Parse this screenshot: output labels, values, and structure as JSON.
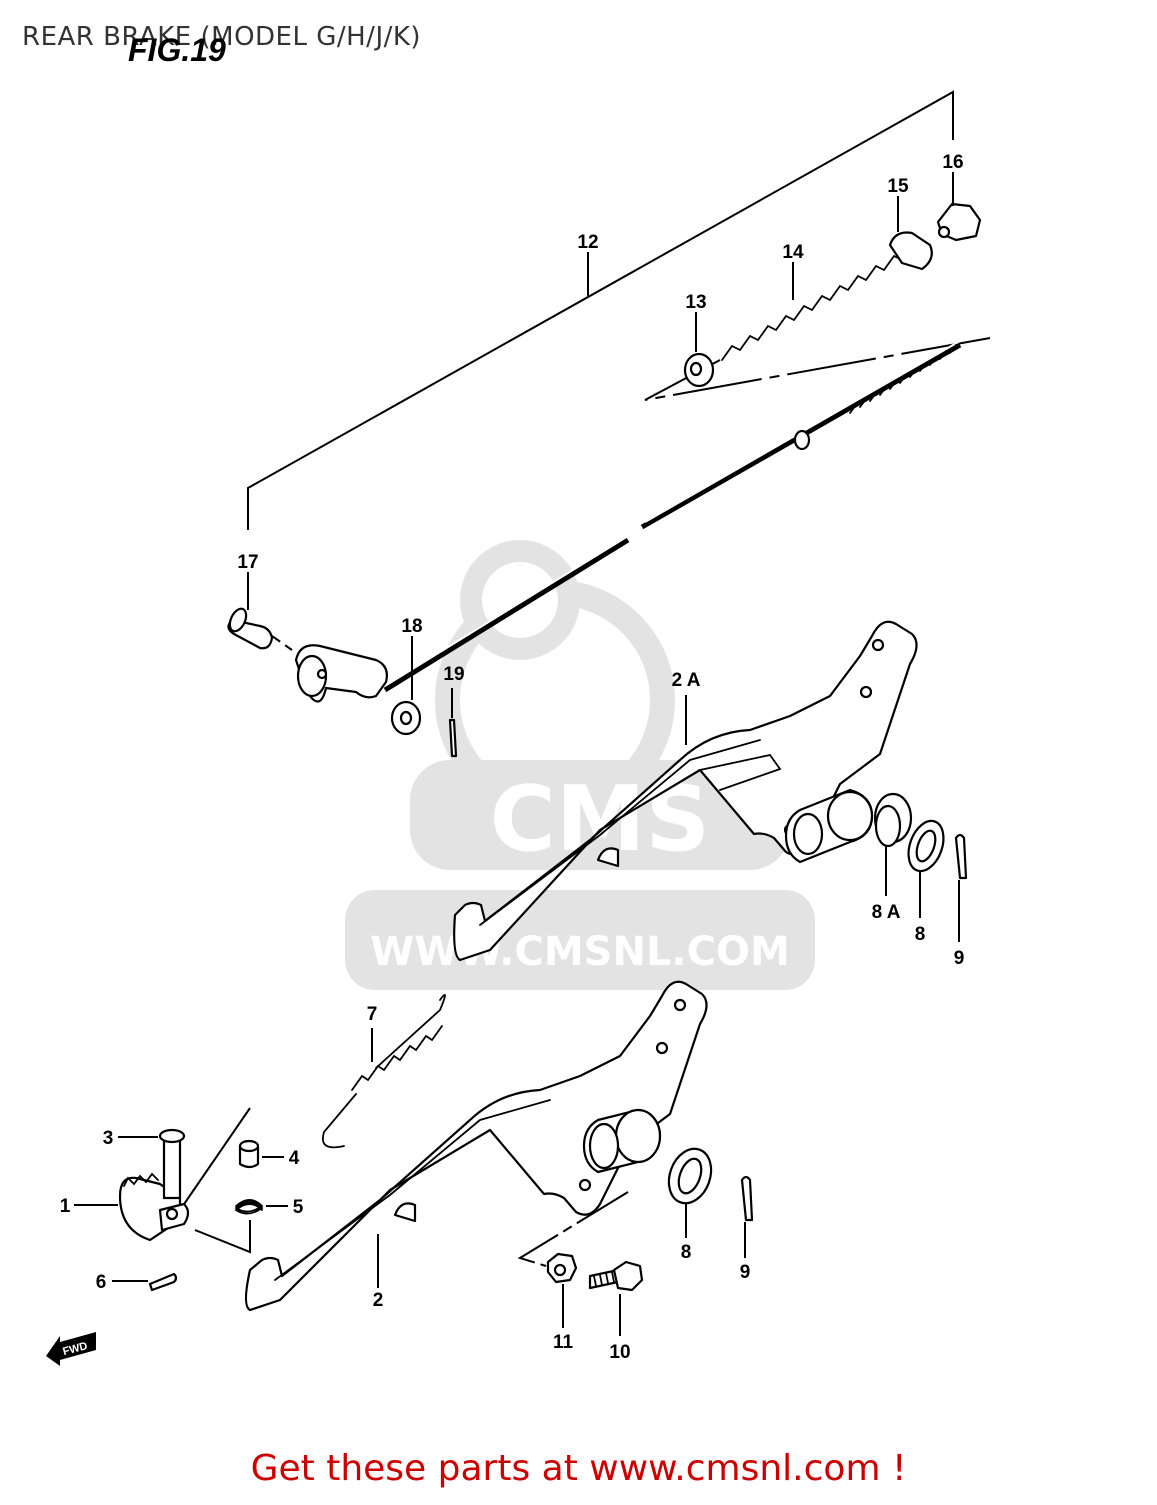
{
  "header": {
    "title": "REAR BRAKE (MODEL G/H/J/K)",
    "figure_label": "FIG.19"
  },
  "watermark": {
    "logo_text": "CMS",
    "url_text": "WWW.CMSNL.COM"
  },
  "callouts": {
    "c1": "1",
    "c2": "2",
    "c2a": "2 A",
    "c3": "3",
    "c4": "4",
    "c5": "5",
    "c6": "6",
    "c7": "7",
    "c8_upper": "8",
    "c8a": "8 A",
    "c8_lower": "8",
    "c9_upper": "9",
    "c9_lower": "9",
    "c10": "10",
    "c11": "11",
    "c12": "12",
    "c13": "13",
    "c14": "14",
    "c15": "15",
    "c16": "16",
    "c17": "17",
    "c18": "18",
    "c19": "19"
  },
  "fwd_marker": "FWD",
  "footer": {
    "text": "Get these parts at www.cmsnl.com !",
    "color": "#cc0000"
  }
}
